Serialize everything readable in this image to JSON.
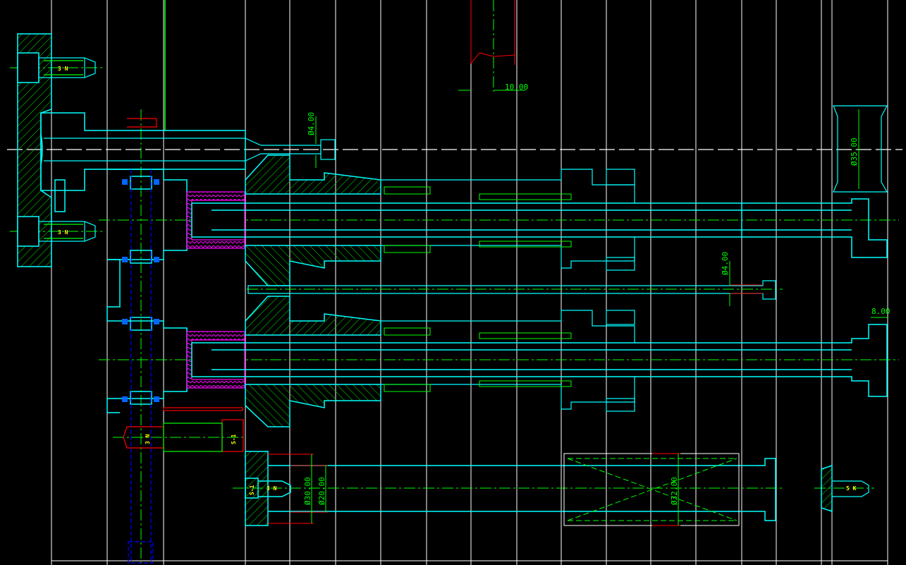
{
  "drawing": {
    "dimensions": {
      "top_gap": "10.00",
      "dia_top_pin": "Ø4.00",
      "dia_right_pin": "Ø4.00",
      "dia_plug": "Ø35.00",
      "right_gap": "8.00",
      "dia_support_outer": "Ø30.00",
      "dia_support_inner": "Ø20.00",
      "dia_spring": "Ø32.00"
    },
    "bolt_labels": {
      "top_left": "3 N",
      "mid_left": "3 N",
      "bottom_left_bolt": "3 N",
      "bottom_left_plate": "S-1",
      "support_head": "S-1",
      "support_bolt": "3 N",
      "right_bolt": "5 K"
    }
  },
  "colors": {
    "background": "#000000",
    "grid": "#ffffff",
    "outline": "#00ffff",
    "centerline": "#00ff00",
    "dimension": "#00ff00",
    "hatch": "#00c800",
    "leader": "#ff0000",
    "thread": "#ff00ff",
    "hidden": "#0000ff",
    "label": "#ffff00"
  }
}
